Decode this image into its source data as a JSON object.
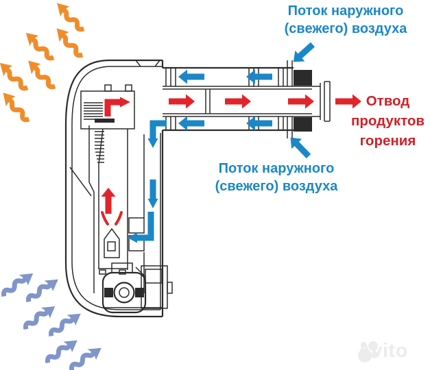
{
  "labels": {
    "fresh_air_top": {
      "lines": [
        "Поток наружного",
        "(свежего) воздуха"
      ]
    },
    "fresh_air_bottom": {
      "lines": [
        "Поток наружного",
        "(свежего) воздуха"
      ]
    },
    "exhaust": {
      "lines": [
        "Отвод",
        "продуктов",
        "горения"
      ]
    }
  },
  "watermark": {
    "brand": "Avito"
  },
  "colors": {
    "fresh_air_blue": "#1b87c7",
    "exhaust_red": "#e2242a",
    "red_text": "#cf2128",
    "heat_orange": "#ef8d2b",
    "room_air_blue": "#8095c9",
    "outline": "#2b2b2b",
    "watermark_gray": "#ececec"
  }
}
